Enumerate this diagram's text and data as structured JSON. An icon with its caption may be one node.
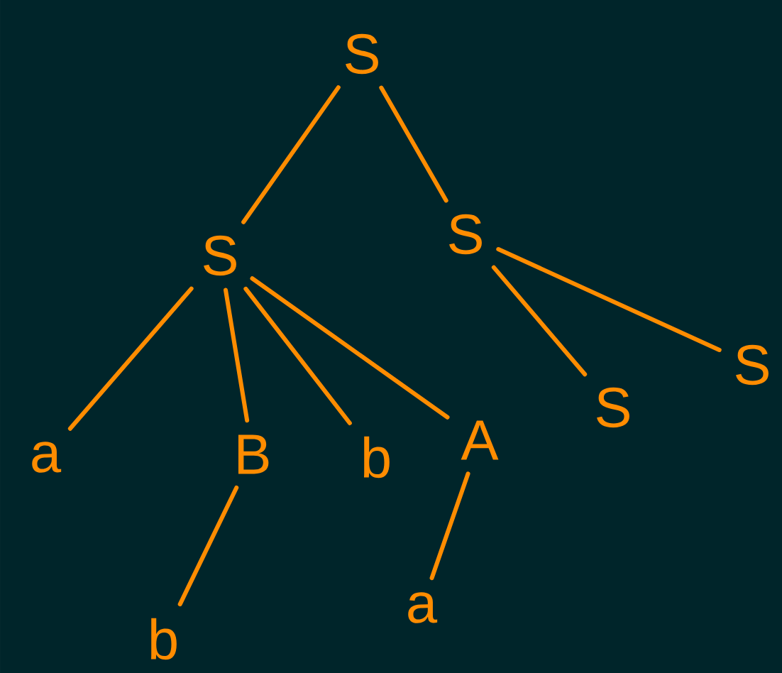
{
  "diagram": {
    "nodes": [
      {
        "text": [
          "S"
        ]
      },
      {
        "text": [
          "S"
        ]
      },
      {
        "text": [
          "S"
        ]
      },
      {
        "text": [
          "a"
        ]
      },
      {
        "text": [
          "B"
        ]
      },
      {
        "text": [
          "b"
        ]
      },
      {
        "text": [
          "A"
        ]
      },
      {
        "text": [
          "S"
        ]
      },
      {
        "text": [
          "S"
        ]
      },
      {
        "text": [
          "b"
        ]
      },
      {
        "text": [
          "a"
        ]
      }
    ],
    "edges": [
      {
        "from": 0,
        "to": 1,
        "arrow": "none"
      },
      {
        "from": 0,
        "to": 2,
        "arrow": "none"
      },
      {
        "from": 1,
        "to": 3,
        "arrow": "none"
      },
      {
        "from": 1,
        "to": 4,
        "arrow": "none"
      },
      {
        "from": 1,
        "to": 5,
        "arrow": "none"
      },
      {
        "from": 1,
        "to": 6,
        "arrow": "none"
      },
      {
        "from": 2,
        "to": 7,
        "arrow": "none"
      },
      {
        "from": 2,
        "to": 8,
        "arrow": "none"
      },
      {
        "from": 4,
        "to": 9,
        "arrow": "none"
      },
      {
        "from": 6,
        "to": 10,
        "arrow": "none"
      }
    ]
  }
}
